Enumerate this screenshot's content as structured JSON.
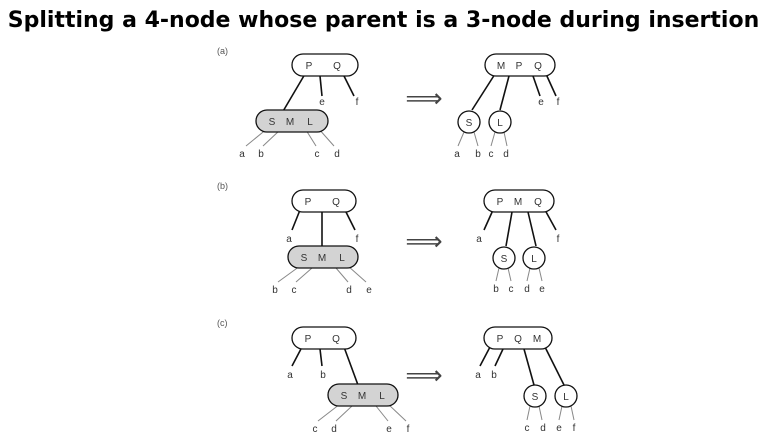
{
  "title": "Splitting a 4-node whose parent is a 3-node during insertion",
  "panels": [
    {
      "id": "a",
      "label": "(a)",
      "before": {
        "parent": [
          "P",
          "Q"
        ],
        "child": [
          "S",
          "M",
          "L"
        ],
        "parent_leaves": [
          "e",
          "f"
        ],
        "child_leaves": [
          "a",
          "b",
          "c",
          "d"
        ]
      },
      "after": {
        "parent": [
          "M",
          "P",
          "Q"
        ],
        "children": [
          "S",
          "L"
        ],
        "leaves": [
          "a",
          "b",
          "c",
          "d",
          "e",
          "f"
        ]
      }
    },
    {
      "id": "b",
      "label": "(b)",
      "before": {
        "parent": [
          "P",
          "Q"
        ],
        "child": [
          "S",
          "M",
          "L"
        ],
        "parent_leaves": [
          "a",
          "f"
        ],
        "child_leaves": [
          "b",
          "c",
          "d",
          "e"
        ]
      },
      "after": {
        "parent": [
          "P",
          "M",
          "Q"
        ],
        "children": [
          "S",
          "L"
        ],
        "leaves": [
          "a",
          "b",
          "c",
          "d",
          "e",
          "f"
        ]
      }
    },
    {
      "id": "c",
      "label": "(c)",
      "before": {
        "parent": [
          "P",
          "Q"
        ],
        "child": [
          "S",
          "M",
          "L"
        ],
        "parent_leaves": [
          "a",
          "b"
        ],
        "child_leaves": [
          "c",
          "d",
          "e",
          "f"
        ]
      },
      "after": {
        "parent": [
          "P",
          "Q",
          "M"
        ],
        "children": [
          "S",
          "L"
        ],
        "leaves": [
          "a",
          "b",
          "c",
          "d",
          "e",
          "f"
        ]
      }
    }
  ],
  "arrow_glyph": "⟹",
  "colors": {
    "highlight_node": "#d3d3d3",
    "line": "#111111"
  }
}
